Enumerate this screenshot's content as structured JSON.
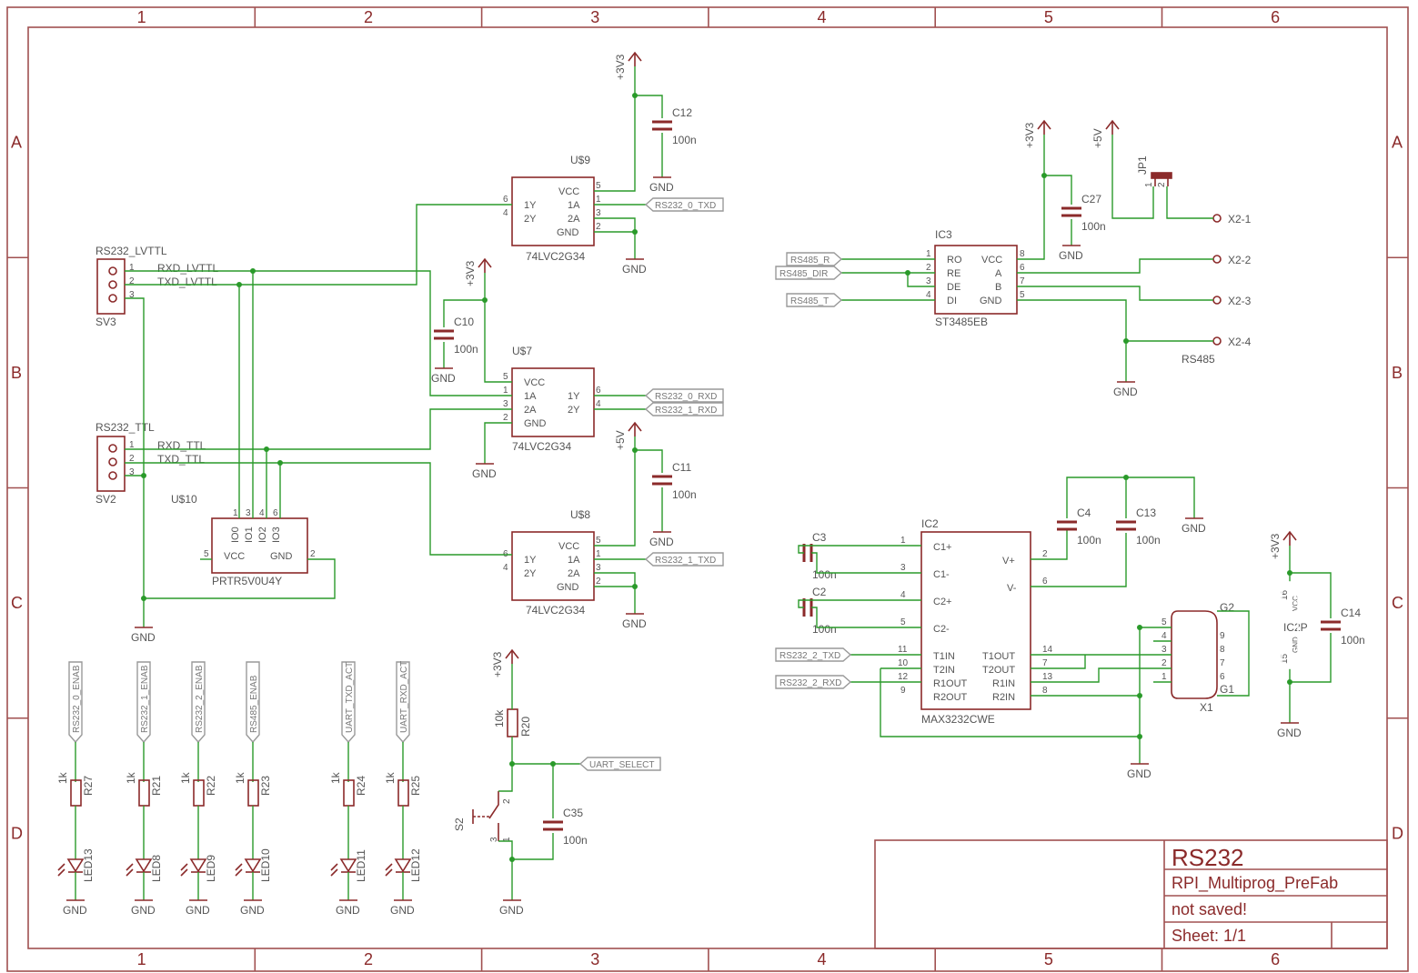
{
  "grid": {
    "columns": [
      "1",
      "2",
      "3",
      "4",
      "5",
      "6"
    ],
    "rows": [
      "A",
      "B",
      "C",
      "D"
    ]
  },
  "title_block": {
    "title": "RS232",
    "project": "RPI_Multiprog_PreFab",
    "status": "not saved!",
    "sheet": "Sheet: 1/1"
  },
  "power": {
    "v33": "+3V3",
    "v5": "+5V",
    "gnd": "GND"
  },
  "connectors": {
    "sv3": {
      "value": "RS232_LVTTL",
      "ref": "SV3",
      "pin1": "RXD_LVTTL",
      "pin2": "TXD_LVTTL"
    },
    "sv2": {
      "value": "RS232_TTL",
      "ref": "SV2",
      "pin1": "RXD_TTL",
      "pin2": "TXD_TTL"
    },
    "x2": {
      "pins": [
        "X2-1",
        "X2-2",
        "X2-3",
        "X2-4"
      ],
      "label": "RS485"
    },
    "x1": {
      "ref": "X1",
      "g1": "G1",
      "g2": "G2",
      "pins": [
        "5",
        "4",
        "3",
        "2",
        "1",
        "9",
        "8",
        "7",
        "6"
      ]
    },
    "jp1": {
      "ref": "JP1"
    }
  },
  "ics": {
    "u9": {
      "ref": "U$9",
      "value": "74LVC2G34",
      "pins": [
        "VCC",
        "1A",
        "2A",
        "GND",
        "1Y",
        "2Y"
      ]
    },
    "u7": {
      "ref": "U$7",
      "value": "74LVC2G34",
      "pins": [
        "VCC",
        "1A",
        "2A",
        "GND",
        "1Y",
        "2Y"
      ]
    },
    "u8": {
      "ref": "U$8",
      "value": "74LVC2G34",
      "pins": [
        "VCC",
        "1A",
        "2A",
        "GND",
        "1Y",
        "2Y"
      ]
    },
    "u10": {
      "ref": "U$10",
      "value": "PRTR5V0U4Y",
      "pins": [
        "IO0",
        "IO1",
        "IO2",
        "IO3",
        "VCC",
        "GND"
      ]
    },
    "ic3": {
      "ref": "IC3",
      "value": "ST3485EB",
      "left": [
        "RO",
        "RE",
        "DE",
        "DI"
      ],
      "right": [
        "VCC",
        "A",
        "B",
        "GND"
      ]
    },
    "ic2": {
      "ref": "IC2",
      "value": "MAX3232CWE",
      "left": [
        "C1+",
        "C1-",
        "C2+",
        "C2-",
        "T1IN",
        "T2IN",
        "R1OUT",
        "R2OUT"
      ],
      "right": [
        "V+",
        "V-",
        "T1OUT",
        "T2OUT",
        "R1IN",
        "R2IN"
      ]
    },
    "ic2p": {
      "ref": "IC2P",
      "vcc": "VCC",
      "gnd": "GND"
    }
  },
  "caps": {
    "c12": {
      "ref": "C12",
      "value": "100n"
    },
    "c10": {
      "ref": "C10",
      "value": "100n"
    },
    "c11": {
      "ref": "C11",
      "value": "100n"
    },
    "c27": {
      "ref": "C27",
      "value": "100n"
    },
    "c3": {
      "ref": "C3",
      "value": "100n"
    },
    "c2": {
      "ref": "C2",
      "value": "100n"
    },
    "c4": {
      "ref": "C4",
      "value": "100n"
    },
    "c13": {
      "ref": "C13",
      "value": "100n"
    },
    "c14": {
      "ref": "C14",
      "value": "100n"
    },
    "c35": {
      "ref": "C35",
      "value": "100n"
    }
  },
  "ports": {
    "rs232_0_txd": "RS232_0_TXD",
    "rs232_0_rxd": "RS232_0_RXD",
    "rs232_1_rxd": "RS232_1_RXD",
    "rs232_1_txd": "RS232_1_TXD",
    "rs485_r": "RS485_R",
    "rs485_dir": "RS485_DIR",
    "rs485_t": "RS485_T",
    "rs232_2_txd": "RS232_2_TXD",
    "rs232_2_rxd": "RS232_2_RXD",
    "uart_select": "UART_SELECT"
  },
  "leds": [
    {
      "net": "RS232_0_ENAB",
      "res": "R27",
      "val": "1k",
      "led": "LED13"
    },
    {
      "net": "RS232_1_ENAB",
      "res": "R21",
      "val": "1k",
      "led": "LED8"
    },
    {
      "net": "RS232_2_ENAB",
      "res": "R22",
      "val": "1k",
      "led": "LED9"
    },
    {
      "net": "RS485_ENAB",
      "res": "R23",
      "val": "1k",
      "led": "LED10"
    },
    {
      "net": "UART_TXD_ACT",
      "res": "R24",
      "val": "1k",
      "led": "LED11"
    },
    {
      "net": "UART_RXD_ACT",
      "res": "R25",
      "val": "1k",
      "led": "LED12"
    }
  ],
  "switch": {
    "ref": "S2",
    "res": "R20",
    "res_val": "10k"
  }
}
